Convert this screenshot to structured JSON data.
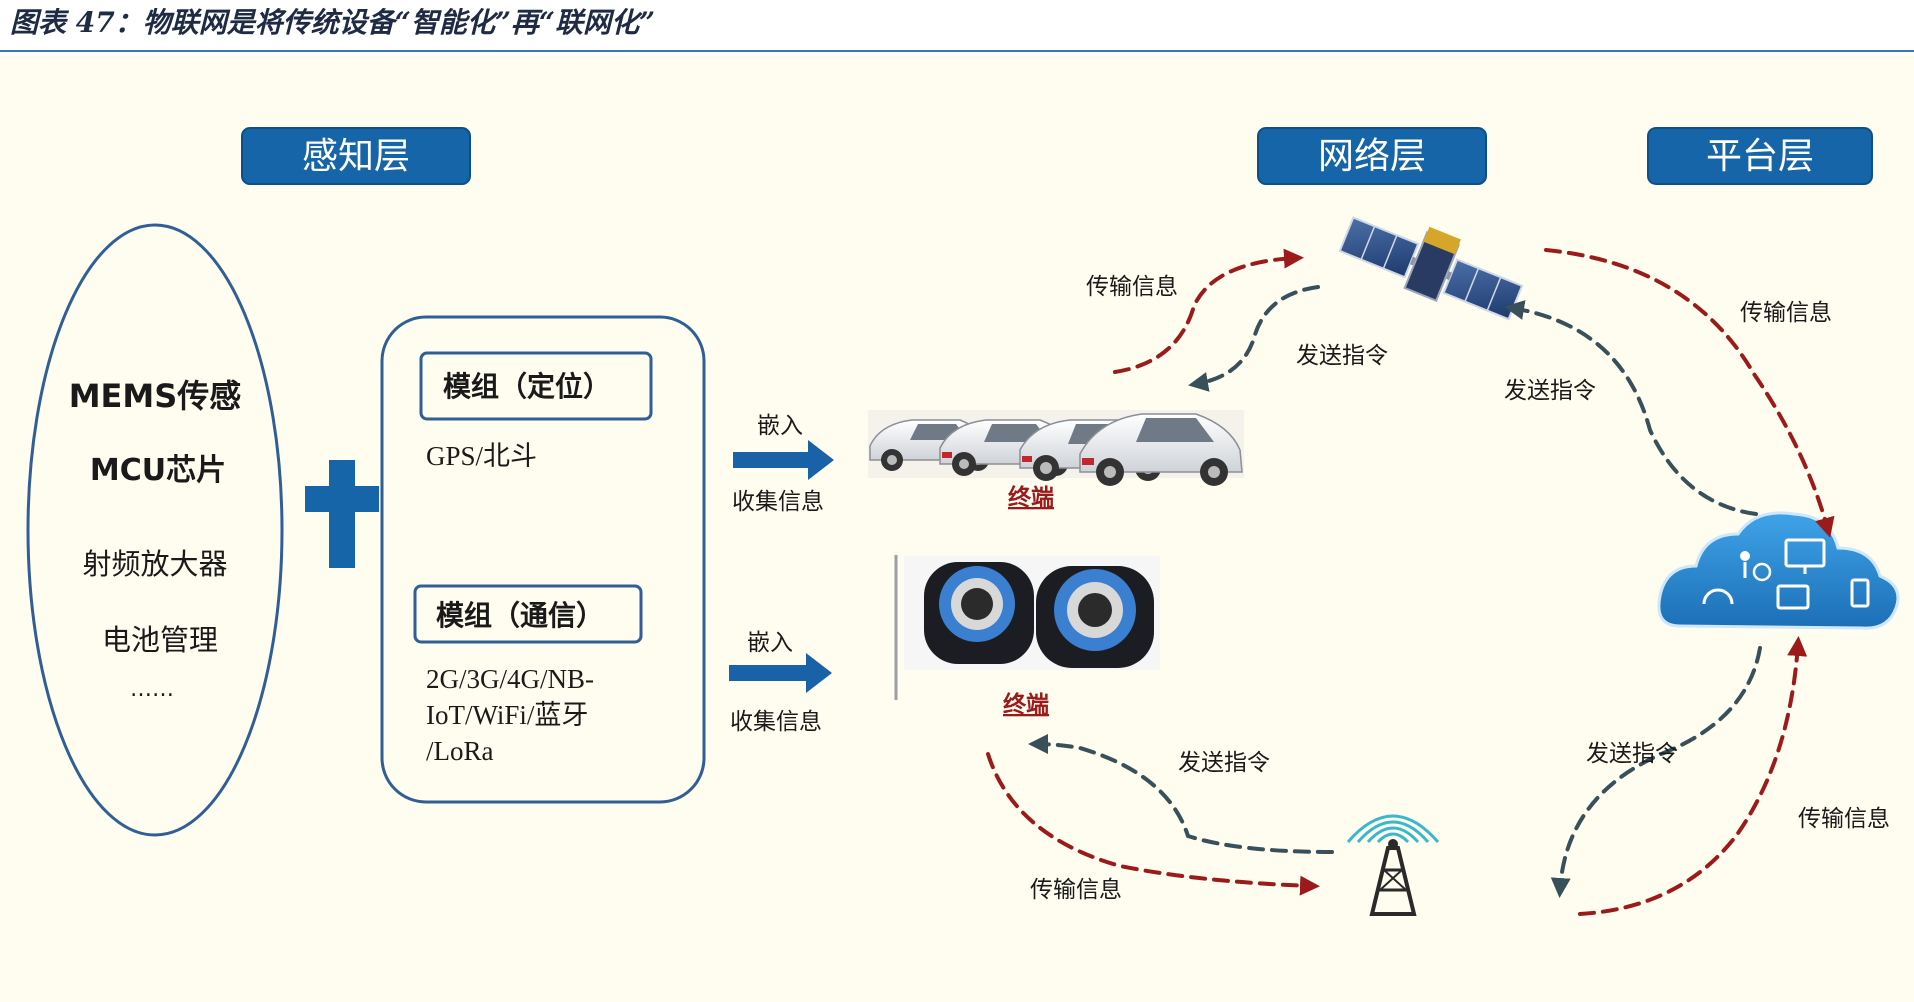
{
  "title": "图表 47：物联网是将传统设备“智能化”再“联网化”",
  "layers": {
    "perception": "感知层",
    "network": "网络层",
    "platform": "平台层"
  },
  "sensing": {
    "mems": "MEMS传感",
    "mcu": "MCU芯片",
    "rf": "射频放大器",
    "battery": "电池管理",
    "more": "……"
  },
  "modules": {
    "positioning_title": "模组（定位）",
    "positioning_desc": "GPS/北斗",
    "comm_title": "模组（通信）",
    "comm_desc_lines": [
      "2G/3G/4G/NB-",
      "IoT/WiFi/蓝牙",
      "/LoRa"
    ]
  },
  "arrows": {
    "embed": "嵌入",
    "collect": "收集信息"
  },
  "terminal": "终端",
  "flows": {
    "transmit": "传输信息",
    "command": "发送指令"
  },
  "colors": {
    "layer_blue": "#1565a8",
    "transmit_red": "#9b1b1b",
    "command_gray": "#37505a",
    "outline_blue": "#2f5f94",
    "terminal_red": "#9b1b1b",
    "cloud_blue": "#2d8fd6"
  }
}
